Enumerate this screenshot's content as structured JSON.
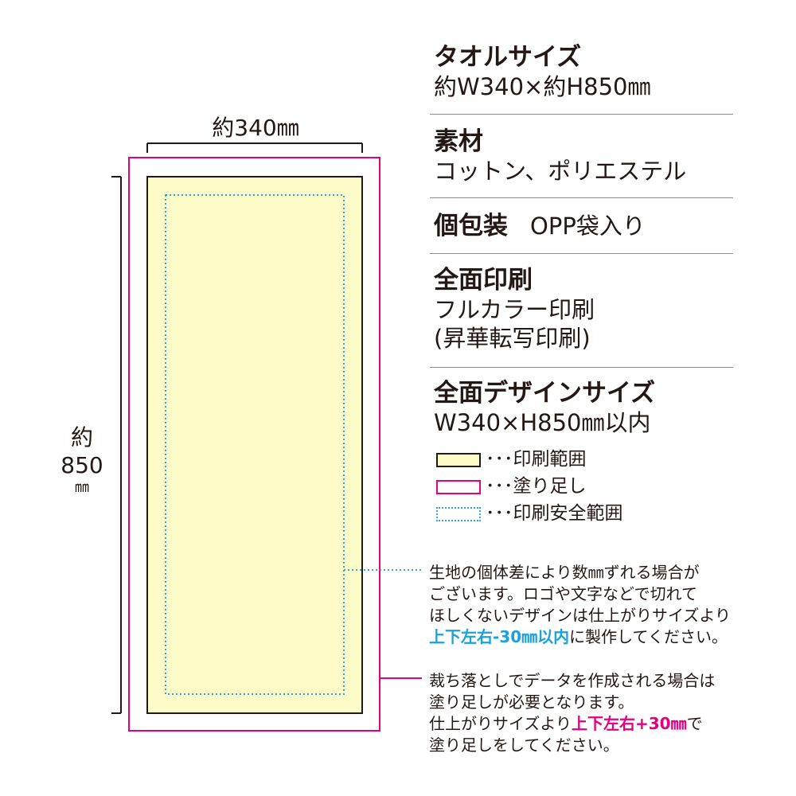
{
  "dimensions": {
    "width_label": "約340㎜",
    "height_label_top": "約",
    "height_label_value": "850",
    "height_label_unit": "㎜"
  },
  "specs": {
    "towel_size": {
      "title": "タオルサイズ",
      "value": "約W340×約H850㎜"
    },
    "material": {
      "title": "素材",
      "value": "コットン、ポリエステル"
    },
    "packaging": {
      "title": "個包装",
      "value": "OPP袋入り"
    },
    "printing": {
      "title": "全面印刷",
      "value_line1": "フルカラー印刷",
      "value_line2": "(昇華転写印刷)"
    },
    "design_size": {
      "title": "全面デザインサイズ",
      "value": "W340×H850㎜以内"
    }
  },
  "legend": {
    "print_area": "･･･印刷範囲",
    "bleed": "･･･塗り足し",
    "safe_area": "･･･印刷安全範囲"
  },
  "notes": {
    "safe_note": {
      "line1": "生地の個体差により数㎜ずれる場合が",
      "line2": "ございます。ロゴや文字などで切れて",
      "line3": "ほしくないデザインは仕上がりサイズより",
      "line4_highlight": "上下左右-30㎜以内",
      "line4_rest": "に製作してください。"
    },
    "bleed_note": {
      "line1": "裁ち落としでデータを作成される場合は",
      "line2": "塗り足しが必要となります。",
      "line3_pre": "仕上がりサイズより",
      "line3_highlight": "上下左右+30㎜",
      "line3_post": "で",
      "line4": "塗り足しをしてください。"
    }
  },
  "colors": {
    "print_fill": "#fdfbc8",
    "print_border": "#231815",
    "bleed_border": "#e4007f",
    "safe_border": "#2ea7e0",
    "rule": "#8c8c8c"
  }
}
